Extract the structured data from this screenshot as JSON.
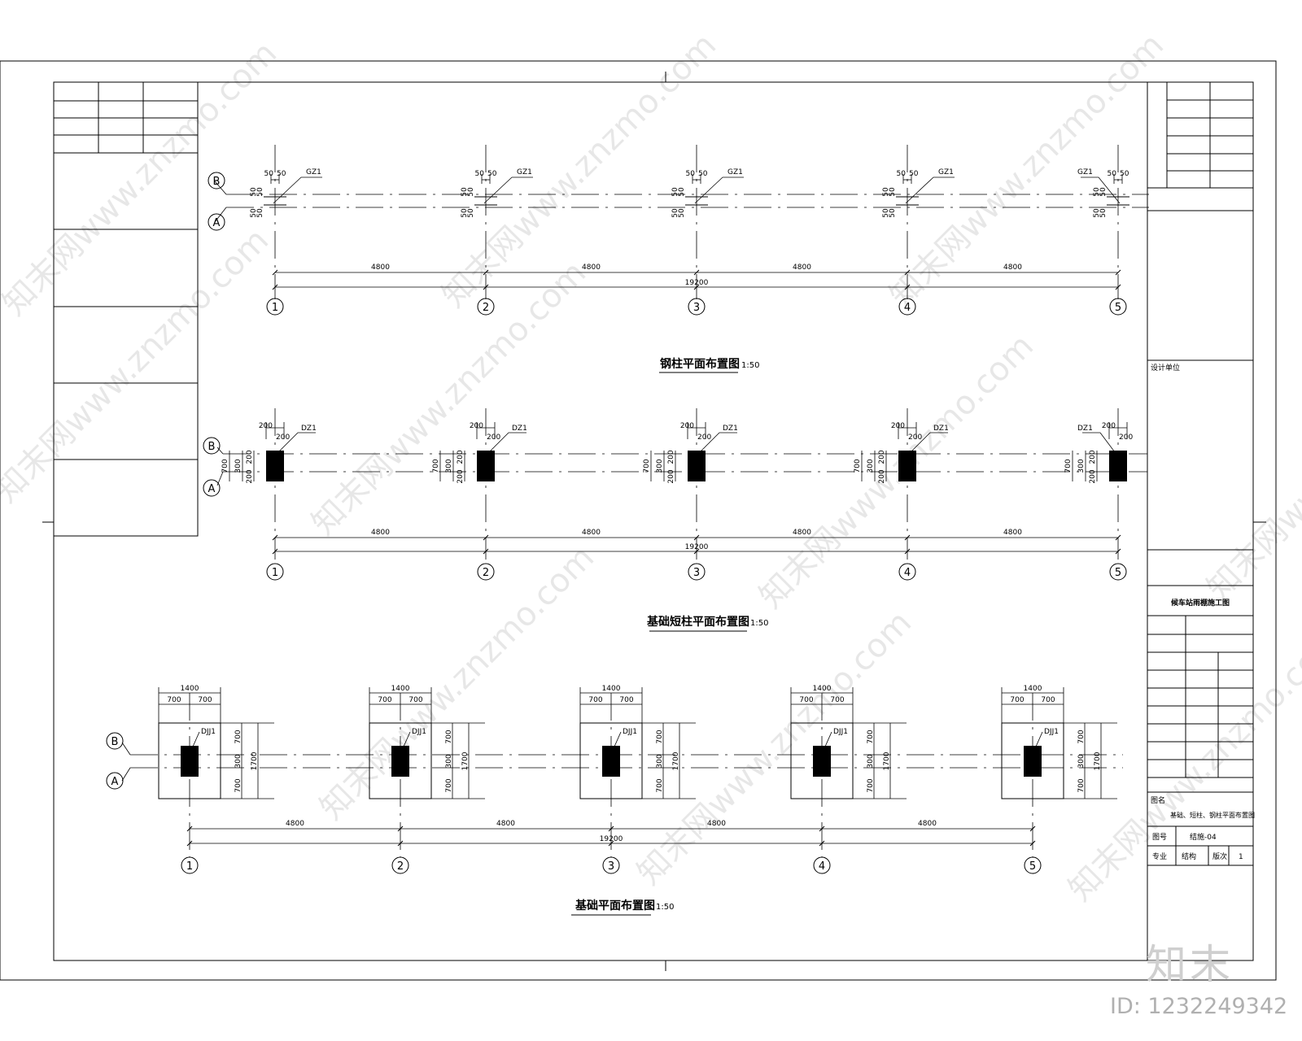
{
  "drawings": {
    "steel_column": {
      "title": "钢柱平面布置图",
      "scale": "1:50",
      "column_tag": "GZ1",
      "offset_dim": "50",
      "span_dim": "4800",
      "total_dim": "19200"
    },
    "pedestal": {
      "title": "基础短柱平面布置图",
      "scale": "1:50",
      "column_tag": "DZ1",
      "offset_dim": "200",
      "mid_dim": "300",
      "depth_dim": "700",
      "span_dim": "4800",
      "total_dim": "19200"
    },
    "foundation": {
      "title": "基础平面布置图",
      "scale": "1:50",
      "footing_tag": "DJJ1",
      "width_dim": "1400",
      "half_dim": "700",
      "mid_dim": "300",
      "total_dim_v": "1700",
      "span_dim": "4800",
      "total_dim": "19200"
    }
  },
  "grid": {
    "numbers": [
      "1",
      "2",
      "3",
      "4",
      "5"
    ],
    "letters": [
      "B",
      "A"
    ]
  },
  "title_block": {
    "design_note": "设计单位",
    "project": "候车站雨棚施工图",
    "drawing_label": "图名",
    "drawing_name": "基础、短柱、钢柱平面布置图",
    "number_label": "图号",
    "number_value": "结施-04",
    "grade_label": "专业",
    "grade_value": "结构",
    "version_label": "版次",
    "version_value": "1"
  },
  "watermark": {
    "text": "知末网www.znzmo.com",
    "logo": "知末",
    "id": "ID: 1232249342"
  },
  "colors": {
    "line": "#000000",
    "column_fill": "#000000",
    "watermark": "#cfcfcf"
  }
}
